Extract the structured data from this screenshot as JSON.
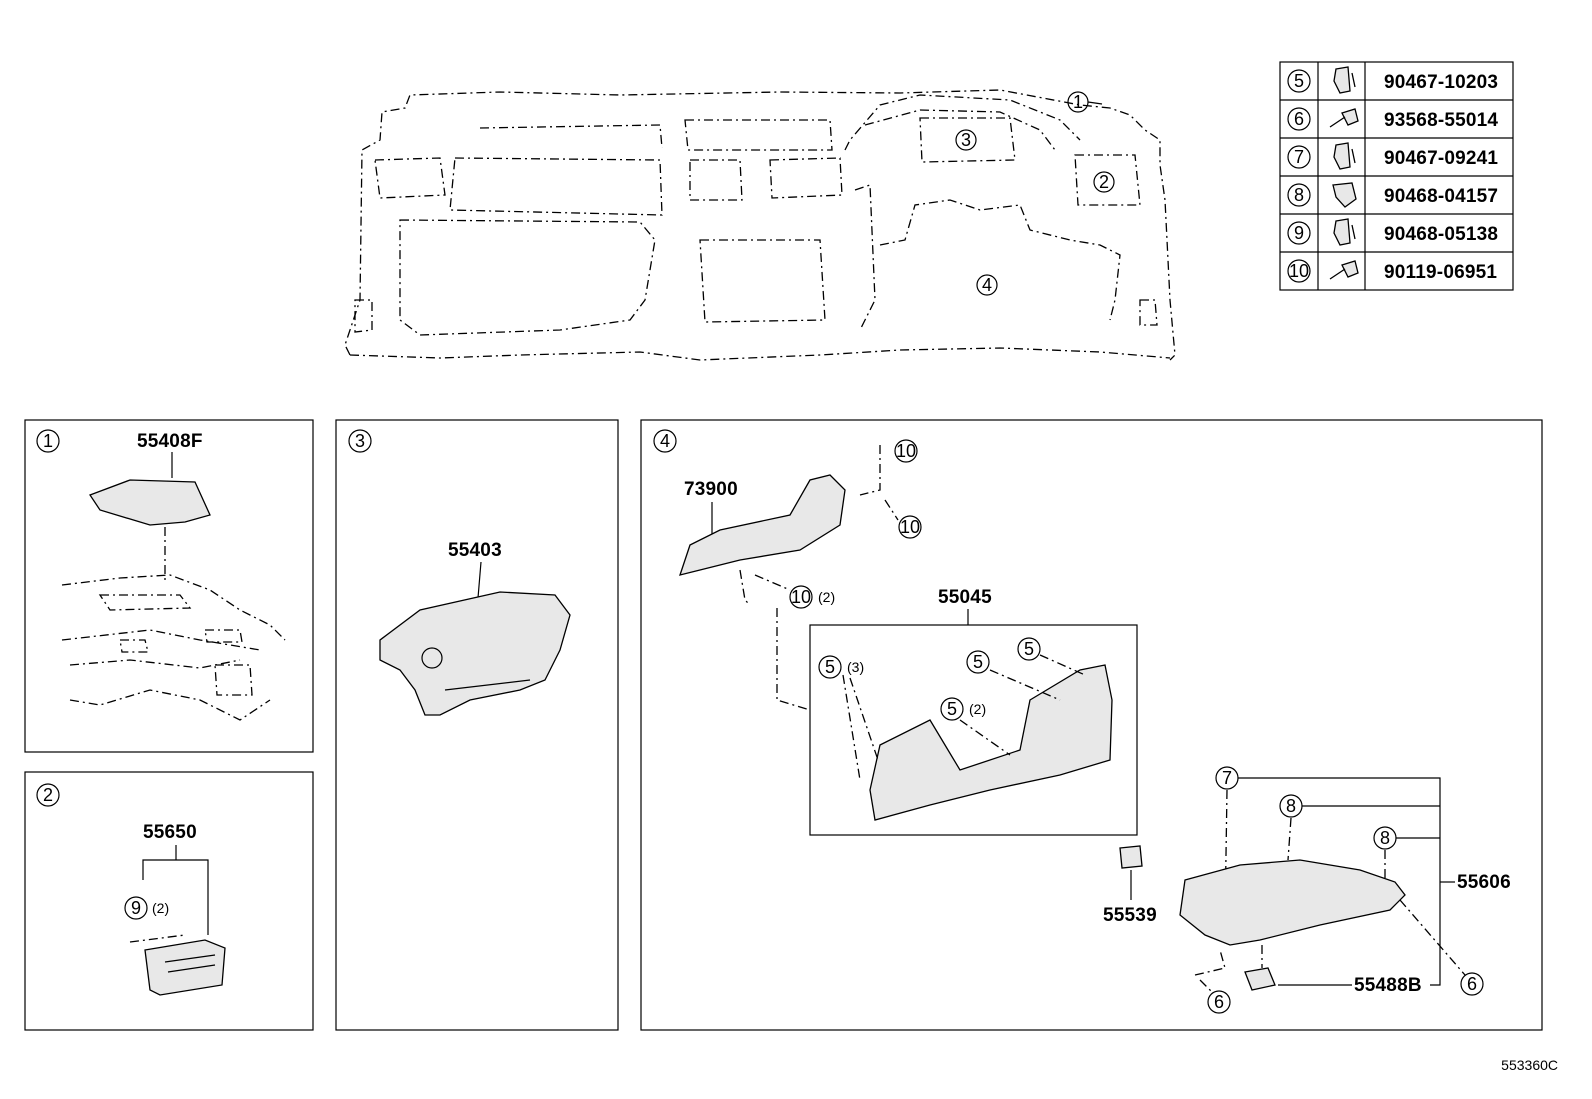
{
  "fastener_table": [
    {
      "ref": "5",
      "part_no": "90467-10203",
      "icon": "clip-icon"
    },
    {
      "ref": "6",
      "part_no": "93568-55014",
      "icon": "screw-icon"
    },
    {
      "ref": "7",
      "part_no": "90467-09241",
      "icon": "clip-icon"
    },
    {
      "ref": "8",
      "part_no": "90468-04157",
      "icon": "clamp-icon"
    },
    {
      "ref": "9",
      "part_no": "90468-05138",
      "icon": "clip-icon"
    },
    {
      "ref": "10",
      "part_no": "90119-06951",
      "icon": "bolt-icon"
    }
  ],
  "overview": {
    "callouts": [
      "1",
      "2",
      "3",
      "4"
    ]
  },
  "panel1": {
    "ref": "1",
    "part_no": "55408F"
  },
  "panel2": {
    "ref": "2",
    "part_no": "55650",
    "fastener_ref": "9",
    "fastener_qty": "(2)"
  },
  "panel3": {
    "ref": "3",
    "part_no": "55403"
  },
  "panel4": {
    "ref": "4",
    "parts": {
      "bracket": "73900",
      "lower_panel": "55045",
      "box": "55606",
      "clip": "55539",
      "cover": "55488B"
    },
    "refs": {
      "r10a": "10",
      "r10b": "10",
      "r10c": "10",
      "r10c_qty": "(2)",
      "r5a": "5",
      "r5a_qty": "(3)",
      "r5b": "5",
      "r5c": "5",
      "r5d": "5",
      "r5d_qty": "(2)",
      "r7": "7",
      "r8a": "8",
      "r8b": "8",
      "r6a": "6",
      "r6b": "6"
    }
  },
  "diagram_code": "553360C"
}
